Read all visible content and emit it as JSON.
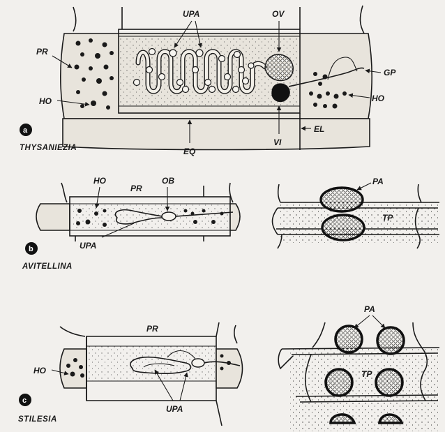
{
  "panels": [
    {
      "badge": "a",
      "title": "THYSANIEZIA",
      "labels": {
        "pr": "PR",
        "ho_left": "HO",
        "upa": "UPA",
        "ov": "OV",
        "gp": "GP",
        "ho_right": "HO",
        "el": "EL",
        "eq": "EQ",
        "vi": "VI"
      }
    },
    {
      "badge": "b",
      "title": "AVITELLINA",
      "labels": {
        "ho": "HO",
        "pr": "PR",
        "ob": "OB",
        "upa": "UPA",
        "pa": "PA",
        "tp": "TP"
      }
    },
    {
      "badge": "c",
      "title": "STILESIA",
      "labels": {
        "pr": "PR",
        "ho": "HO",
        "upa": "UPA",
        "pa": "PA",
        "tp": "TP"
      }
    }
  ]
}
